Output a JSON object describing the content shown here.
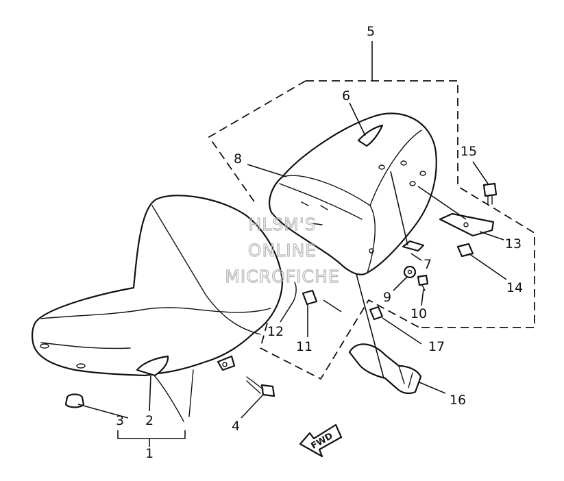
{
  "callouts": {
    "p1": "1",
    "p2": "2",
    "p3": "3",
    "p4": "4",
    "p5": "5",
    "p6": "6",
    "p7": "7",
    "p8": "8",
    "p9": "9",
    "p10": "10",
    "p11": "11",
    "p12": "12",
    "p13": "13",
    "p14": "14",
    "p15": "15",
    "p16": "16",
    "p17": "17"
  },
  "watermark": {
    "line1": "HLSM'S",
    "line2": "ONLINE",
    "line3": "MICROFICHE"
  },
  "direction_arrow": {
    "label": "FWD"
  }
}
